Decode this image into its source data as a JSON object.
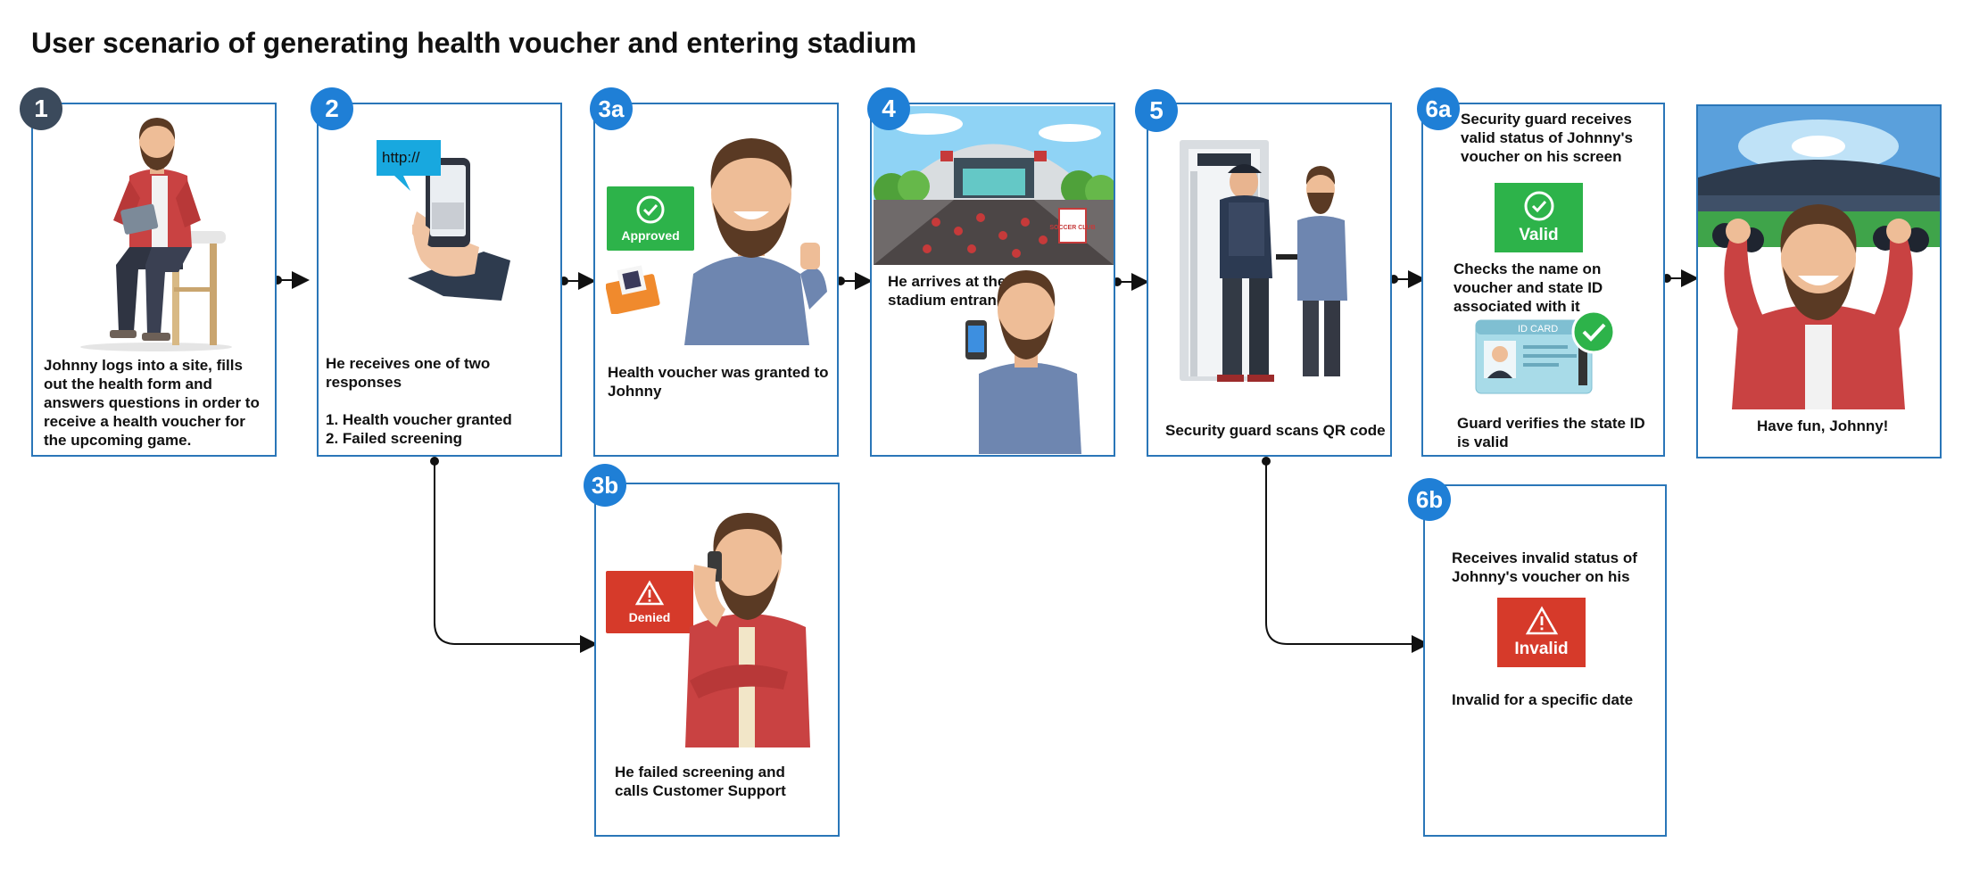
{
  "title": "User scenario of generating health voucher and entering stadium",
  "steps": {
    "s1": {
      "badge": "1",
      "text": "Johnny logs into a site, fills out the health form and answers questions in order to receive a health voucher for the upcoming game."
    },
    "s2": {
      "badge": "2",
      "line1": "He receives one of two responses",
      "line2": "1.   Health voucher granted\n2. Failed screening",
      "url_label": "http://"
    },
    "s3a": {
      "badge": "3a",
      "text": "Health voucher was granted to Johnny",
      "status_label": "Approved"
    },
    "s3b": {
      "badge": "3b",
      "text": "He failed screening and calls Customer Support",
      "status_label": "Denied"
    },
    "s4": {
      "badge": "4",
      "text": "He arrives at the stadium entrance",
      "sign_label": "SOCCER CLUB"
    },
    "s5": {
      "badge": "5",
      "text": "Security guard scans QR code"
    },
    "s6a": {
      "badge": "6a",
      "text1": "Security guard receives valid status of Johnny's voucher on his screen",
      "status_label": "Valid",
      "text2": "Checks the name on voucher and state ID associated with it",
      "id_card_label": "ID CARD",
      "text3": "Guard verifies the state ID is valid"
    },
    "s6b": {
      "badge": "6b",
      "text1": "Receives invalid status of Johnny's voucher on his",
      "status_label": "Invalid",
      "text2": "Invalid for a specific date"
    },
    "s7": {
      "text": "Have fun, Johnny!"
    }
  },
  "colors": {
    "border": "#2a76b8",
    "badge_blue": "#1f7fd6",
    "badge_dark": "#3b4a5c",
    "approved": "#2db34a",
    "denied": "#d63a2a"
  }
}
